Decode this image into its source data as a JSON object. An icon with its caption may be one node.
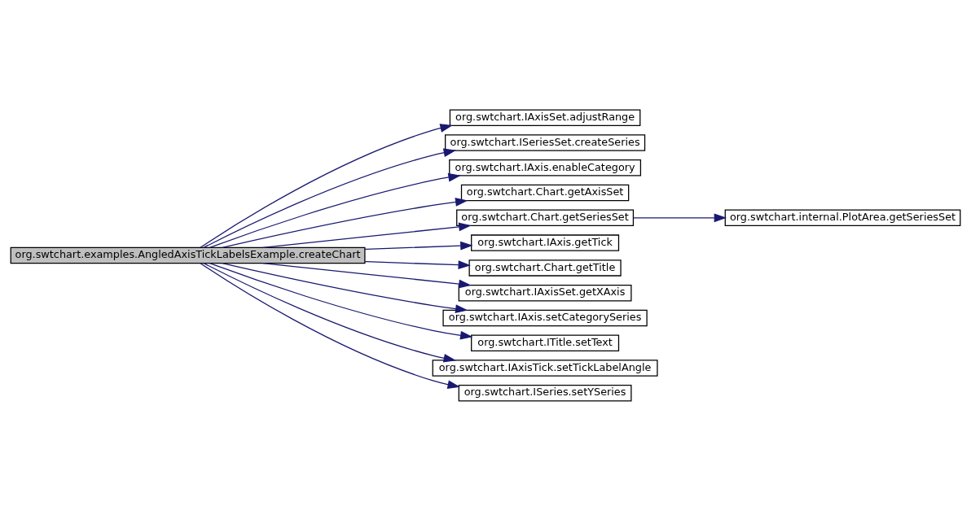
{
  "diagram": {
    "nodes": [
      {
        "text": [
          "org.swtchart.examples.AngledAxisTickLabelsExample.createChart"
        ]
      },
      {
        "text": [
          "org.swtchart.IAxisSet.adjustRange"
        ]
      },
      {
        "text": [
          "org.swtchart.ISeriesSet.createSeries"
        ]
      },
      {
        "text": [
          "org.swtchart.IAxis.enableCategory"
        ]
      },
      {
        "text": [
          "org.swtchart.Chart.getAxisSet"
        ]
      },
      {
        "text": [
          "org.swtchart.Chart.getSeriesSet"
        ]
      },
      {
        "text": [
          "org.swtchart.internal.PlotArea.getSeriesSet"
        ]
      },
      {
        "text": [
          "org.swtchart.IAxis.getTick"
        ]
      },
      {
        "text": [
          "org.swtchart.Chart.getTitle"
        ]
      },
      {
        "text": [
          "org.swtchart.IAxisSet.getXAxis"
        ]
      },
      {
        "text": [
          "org.swtchart.IAxis.setCategorySeries"
        ]
      },
      {
        "text": [
          "org.swtchart.ITitle.setText"
        ]
      },
      {
        "text": [
          "org.swtchart.IAxisTick.setTickLabelAngle"
        ]
      },
      {
        "text": [
          "org.swtchart.ISeries.setYSeries"
        ]
      }
    ],
    "edges": [
      {
        "from": 0,
        "to": 1,
        "arrow": "to"
      },
      {
        "from": 0,
        "to": 2,
        "arrow": "to"
      },
      {
        "from": 0,
        "to": 3,
        "arrow": "to"
      },
      {
        "from": 0,
        "to": 4,
        "arrow": "to"
      },
      {
        "from": 0,
        "to": 5,
        "arrow": "to"
      },
      {
        "from": 5,
        "to": 6,
        "arrow": "to"
      },
      {
        "from": 0,
        "to": 7,
        "arrow": "to"
      },
      {
        "from": 0,
        "to": 8,
        "arrow": "to"
      },
      {
        "from": 0,
        "to": 9,
        "arrow": "to"
      },
      {
        "from": 0,
        "to": 10,
        "arrow": "to"
      },
      {
        "from": 0,
        "to": 11,
        "arrow": "to"
      },
      {
        "from": 0,
        "to": 12,
        "arrow": "to"
      },
      {
        "from": 0,
        "to": 13,
        "arrow": "to"
      }
    ]
  }
}
